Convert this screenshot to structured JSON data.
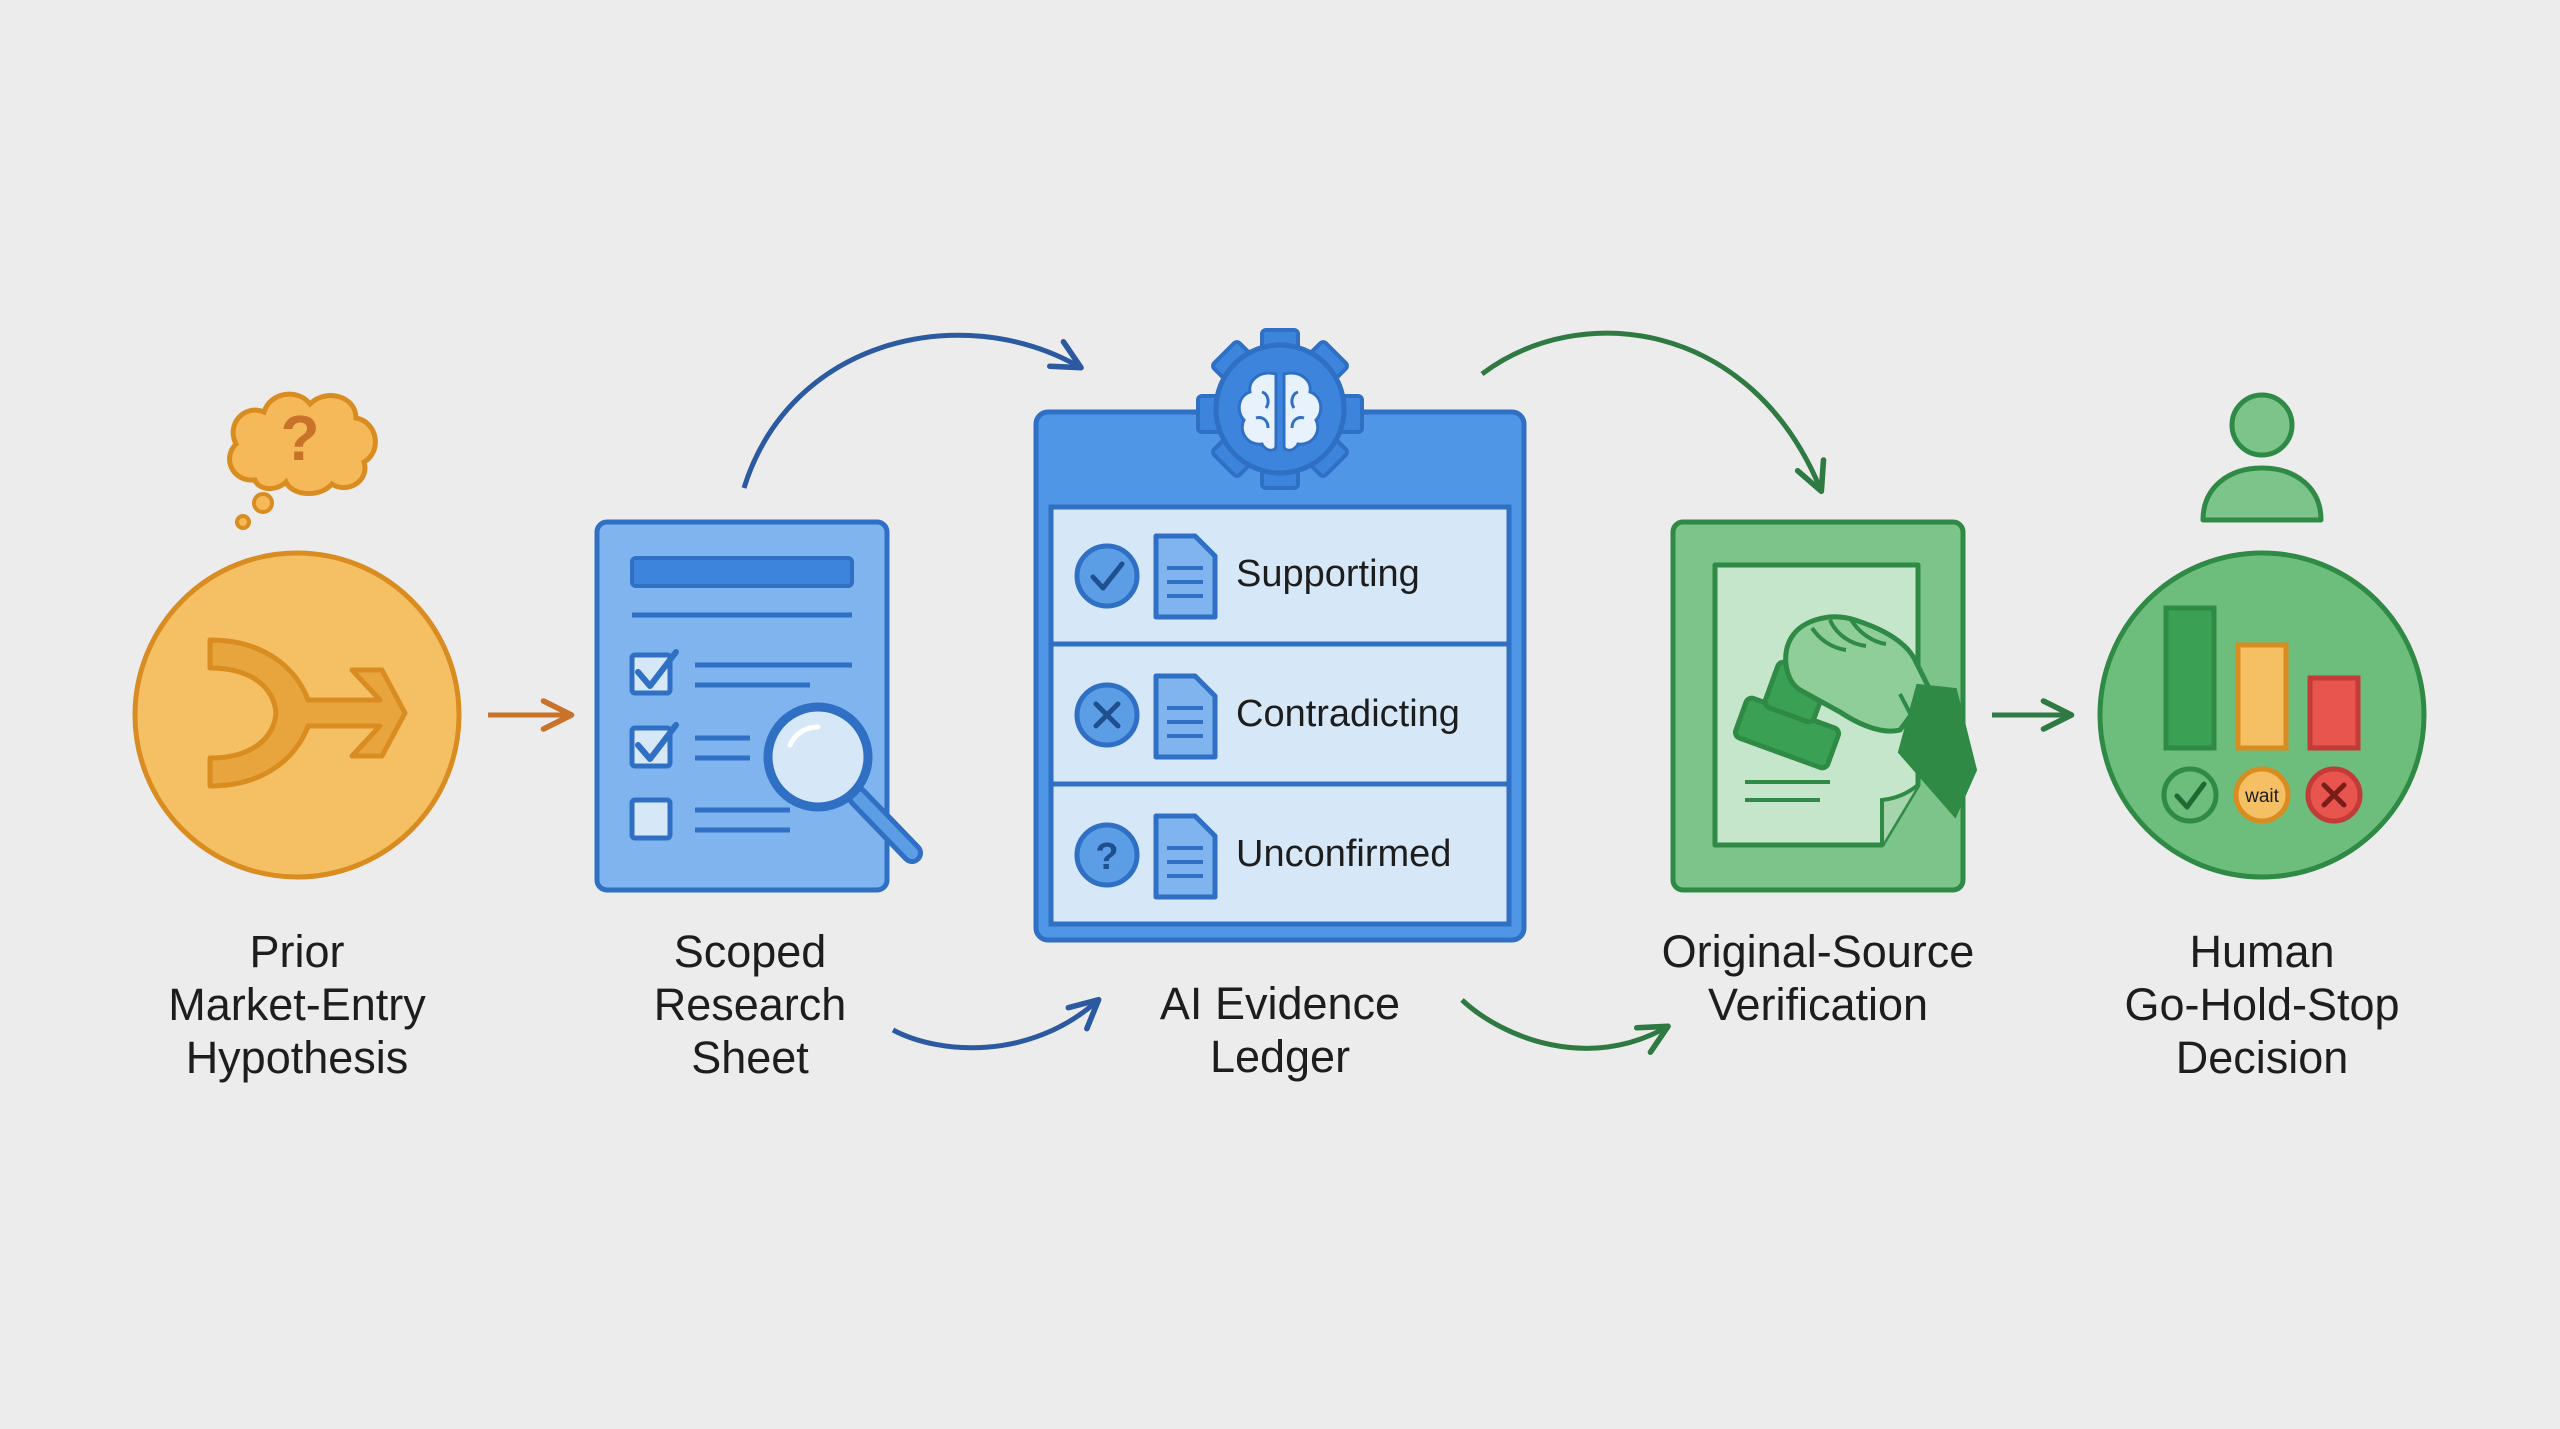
{
  "stages": [
    {
      "id": "hypothesis",
      "lines": [
        "Prior",
        "Market-Entry",
        "Hypothesis"
      ]
    },
    {
      "id": "research",
      "lines": [
        "Scoped",
        "Research",
        "Sheet"
      ]
    },
    {
      "id": "ledger",
      "lines": [
        "AI Evidence",
        "Ledger"
      ]
    },
    {
      "id": "verification",
      "lines": [
        "Original-Source",
        "Verification"
      ]
    },
    {
      "id": "decision",
      "lines": [
        "Human",
        "Go-Hold-Stop",
        "Decision"
      ]
    }
  ],
  "ledger_rows": [
    {
      "status": "Supporting",
      "icon": "check-circle-icon"
    },
    {
      "status": "Contradicting",
      "icon": "x-circle-icon"
    },
    {
      "status": "Unconfirmed",
      "icon": "question-circle-icon"
    }
  ],
  "decision_badges": {
    "go": "check-icon",
    "hold": "wait",
    "stop": "x-icon"
  },
  "thought_bubble_glyph": "?",
  "colors": {
    "background": "#ececec",
    "orange": "#f5b95a",
    "orange_stroke": "#d98c1f",
    "blue": "#5b9ee6",
    "blue_light": "#d6e7f8",
    "blue_stroke": "#2f6fc4",
    "green": "#7cc489",
    "green_stroke": "#2f8a45",
    "red": "#e8544e",
    "arrow_orange": "#c9732a",
    "arrow_blue": "#2b5aa0",
    "arrow_green": "#2f7a43"
  }
}
